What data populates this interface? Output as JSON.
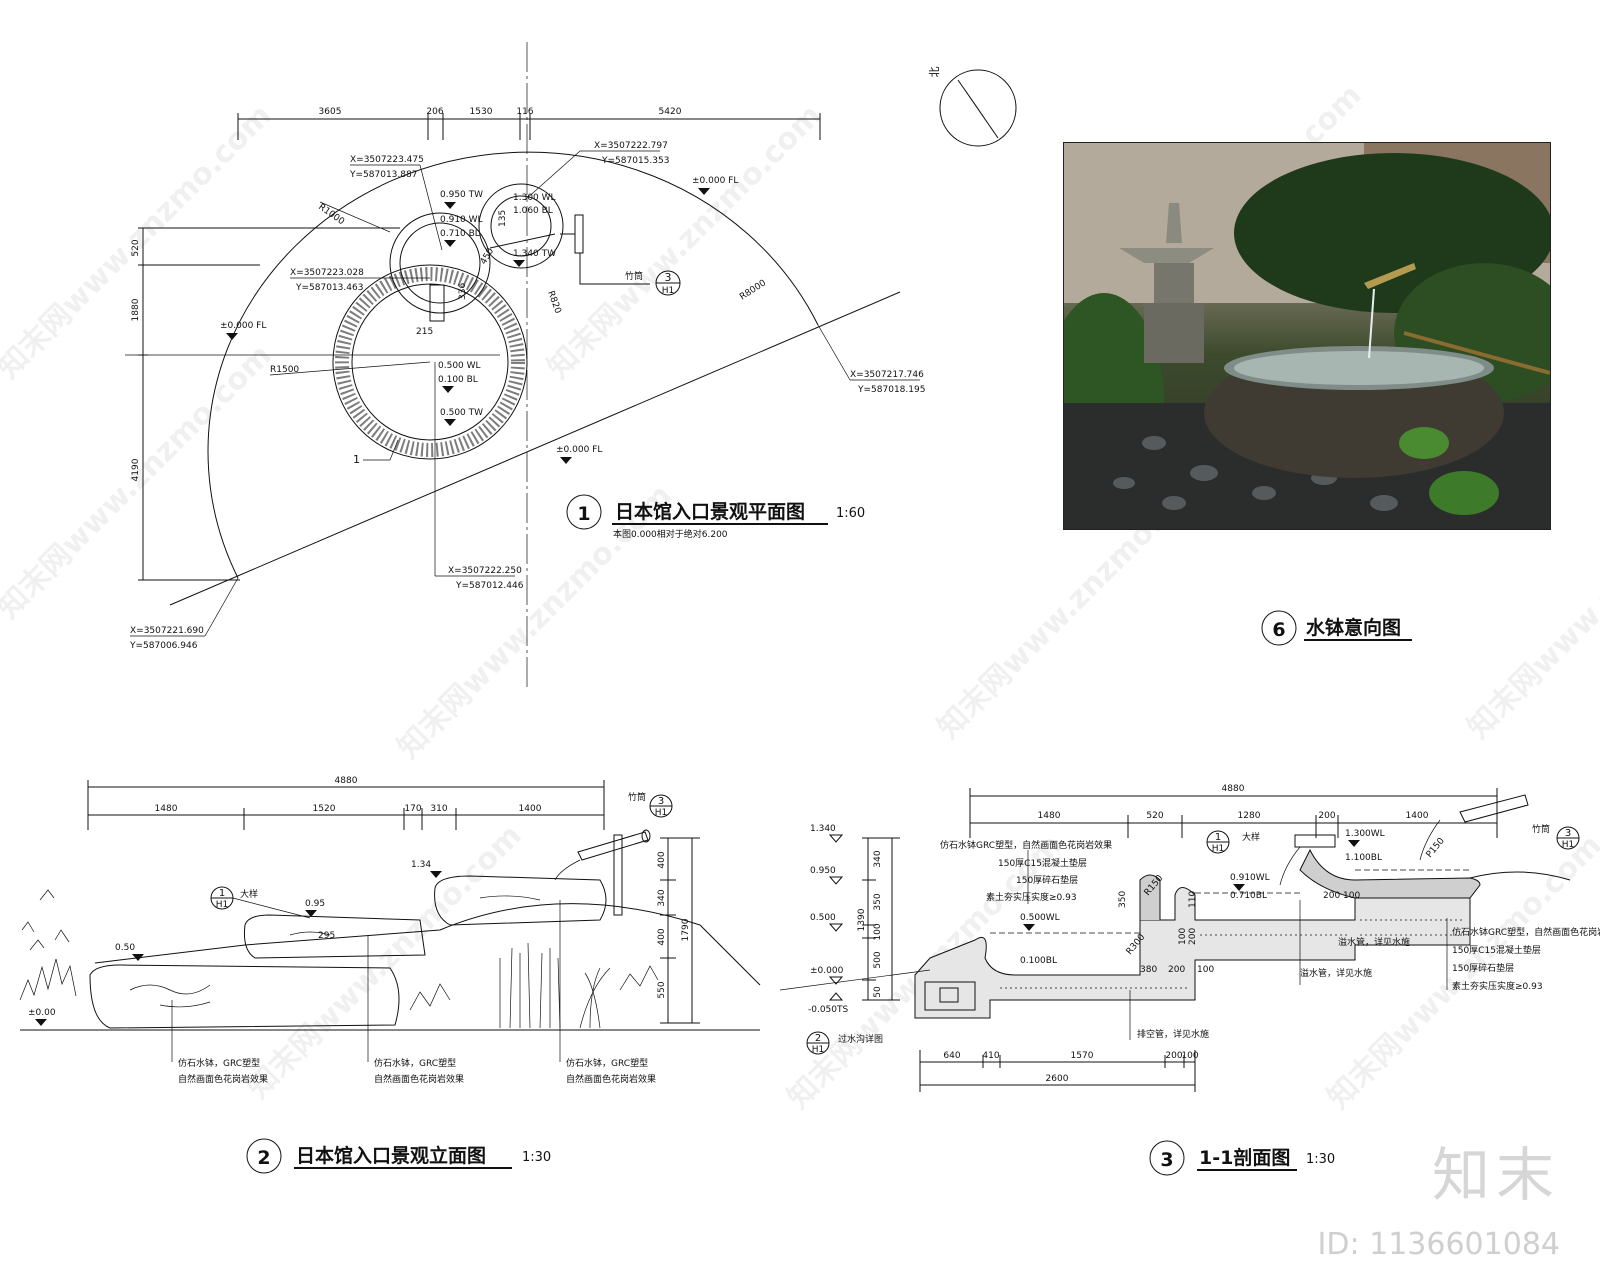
{
  "plan": {
    "title_num": "1",
    "title": "日本馆入口景观平面图",
    "scale": "1:60",
    "note": "本图0.000相对于绝对6.200",
    "top_dims": [
      "3605",
      "206",
      "1530",
      "116",
      "5420"
    ],
    "left_dims": [
      "520",
      "1880",
      "4190"
    ],
    "coords": [
      "X=3507223.475",
      "Y=587013.887",
      "X=3507222.797",
      "Y=587015.353",
      "X=3507223.028",
      "Y=587013.463",
      "X=3507217.746",
      "Y=587018.195",
      "X=3507222.250",
      "Y=587012.446",
      "X=3507221.690",
      "Y=587006.946"
    ],
    "levels": [
      "0.950 TW",
      "0.910 WL",
      "0.710 BL",
      "1.300 WL",
      "1.060 BL",
      "1.340 TW",
      "±0.000 FL",
      "±0.000 FL",
      "±0.000 FL",
      "0.500 WL",
      "0.100 BL",
      "0.500 TW"
    ],
    "radii": [
      "R1000",
      "R1500",
      "R820",
      "R8000"
    ],
    "small_dims": [
      "215",
      "135",
      "450",
      "336"
    ],
    "pipe_label": "竹筒",
    "callout_num": "3",
    "callout_sub": "H1",
    "leader": "1",
    "north": "北"
  },
  "photo": {
    "title_num": "6",
    "title": "水钵意向图"
  },
  "elevation": {
    "title_num": "2",
    "title": "日本馆入口景观立面图",
    "scale": "1:30",
    "total": "4880",
    "dims": [
      "1480",
      "1520",
      "170",
      "310",
      "1400"
    ],
    "right_dims": [
      "400",
      "340",
      "400",
      "550",
      "1790"
    ],
    "levels": [
      "1.34",
      "0.95",
      "0.50",
      "±0.00"
    ],
    "pipe": "竹筒",
    "detail": "大样",
    "detail_num": "1",
    "detail_sub": "H1",
    "callout_num": "3",
    "callout_sub": "H1",
    "small": "295",
    "notes": [
      "仿石水钵，GRC塑型",
      "自然画面色花岗岩效果"
    ]
  },
  "section": {
    "title_num": "3",
    "title": "1-1剖面图",
    "scale": "1:30",
    "total": "4880",
    "dims": [
      "1480",
      "520",
      "1280",
      "200",
      "1400"
    ],
    "bottom_dims": [
      "640",
      "410",
      "1570",
      "200",
      "100"
    ],
    "bottom_total": "2600",
    "left_levels": [
      "1.340",
      "0.950",
      "0.500",
      "±0.000",
      "-0.050TS"
    ],
    "left_dims": [
      "340",
      "350",
      "100",
      "500",
      "50",
      "1390"
    ],
    "levels": [
      "1.300WL",
      "1.100BL",
      "0.910WL",
      "0.710BL",
      "0.500WL",
      "0.100BL"
    ],
    "radii": [
      "R150",
      "R300",
      "P150"
    ],
    "mid_dims": [
      "350",
      "110",
      "200",
      "100",
      "380",
      "200",
      "100",
      "200",
      "100"
    ],
    "layers_left": [
      "仿石水钵GRC塑型，自然画面色花岗岩效果",
      "150厚C15混凝土垫层",
      "150厚碎石垫层",
      "素土夯实压实度≥0.93"
    ],
    "layers_right": [
      "仿石水钵GRC塑型，自然画面色花岗岩效果",
      "150厚C15混凝土垫层",
      "150厚碎石垫层",
      "素土夯实压实度≥0.93"
    ],
    "pipe_notes": [
      "溢水管，详见水施",
      "溢水管，详见水施",
      "排空管，详见水施"
    ],
    "pipe": "竹筒",
    "detail": "大样",
    "detail_num": "1",
    "detail_sub": "H1",
    "callout_num": "3",
    "callout_sub": "H1",
    "basin": "过水沟详图",
    "basin_num": "2",
    "basin_sub": "H1"
  },
  "watermark": "知末网www.znzmo.com",
  "brand": "知末",
  "id_text": "ID: 1136601084"
}
